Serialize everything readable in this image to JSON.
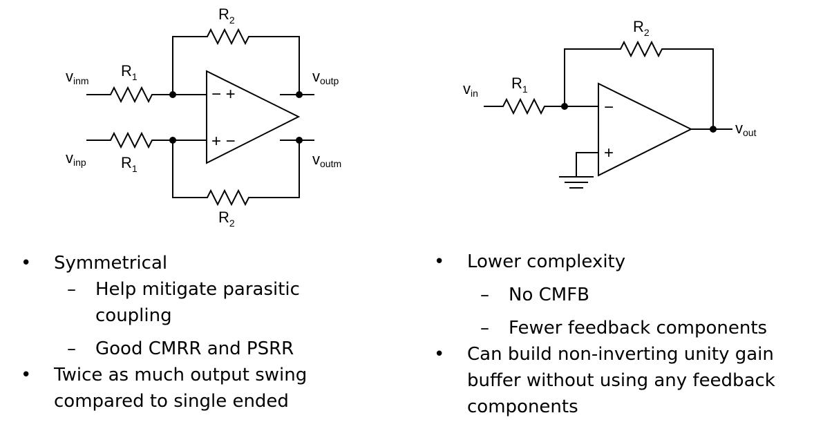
{
  "fully_differential": {
    "labels": {
      "r2_top": "R",
      "r2_top_sub": "2",
      "r1_top": "R",
      "r1_top_sub": "1",
      "r1_bottom": "R",
      "r1_bottom_sub": "1",
      "r2_bottom": "R",
      "r2_bottom_sub": "2",
      "vinm": "v",
      "vinm_sub": "inm",
      "vinp": "v",
      "vinp_sub": "inp",
      "voutp": "v",
      "voutp_sub": "outp",
      "voutm": "v",
      "voutm_sub": "outm",
      "opamp_top_signs": "− +",
      "opamp_bottom_signs": "+ −"
    },
    "bullets": [
      {
        "text": "Symmetrical",
        "level": 1
      },
      {
        "text": "Help mitigate parasitic",
        "level": 2
      },
      {
        "text": "coupling",
        "level": 2,
        "continuation": true
      },
      {
        "text": "Good CMRR and PSRR",
        "level": 2
      },
      {
        "text": "Twice as much output swing",
        "level": 1
      },
      {
        "text": "compared to single ended",
        "level": 1,
        "continuation": true
      }
    ]
  },
  "single_ended": {
    "labels": {
      "r2": "R",
      "r2_sub": "2",
      "r1": "R",
      "r1_sub": "1",
      "vin": "v",
      "vin_sub": "in",
      "vout": "v",
      "vout_sub": "out",
      "minus": "−",
      "plus": "+"
    },
    "bullets": [
      {
        "text": "Lower complexity",
        "level": 1
      },
      {
        "text": "No CMFB",
        "level": 2
      },
      {
        "text": "Fewer feedback components",
        "level": 2
      },
      {
        "text": "Can build non-inverting unity gain",
        "level": 1
      },
      {
        "text": "buffer without using any feedback",
        "level": 1,
        "continuation": true
      },
      {
        "text": "components",
        "level": 1,
        "continuation": true
      }
    ]
  }
}
